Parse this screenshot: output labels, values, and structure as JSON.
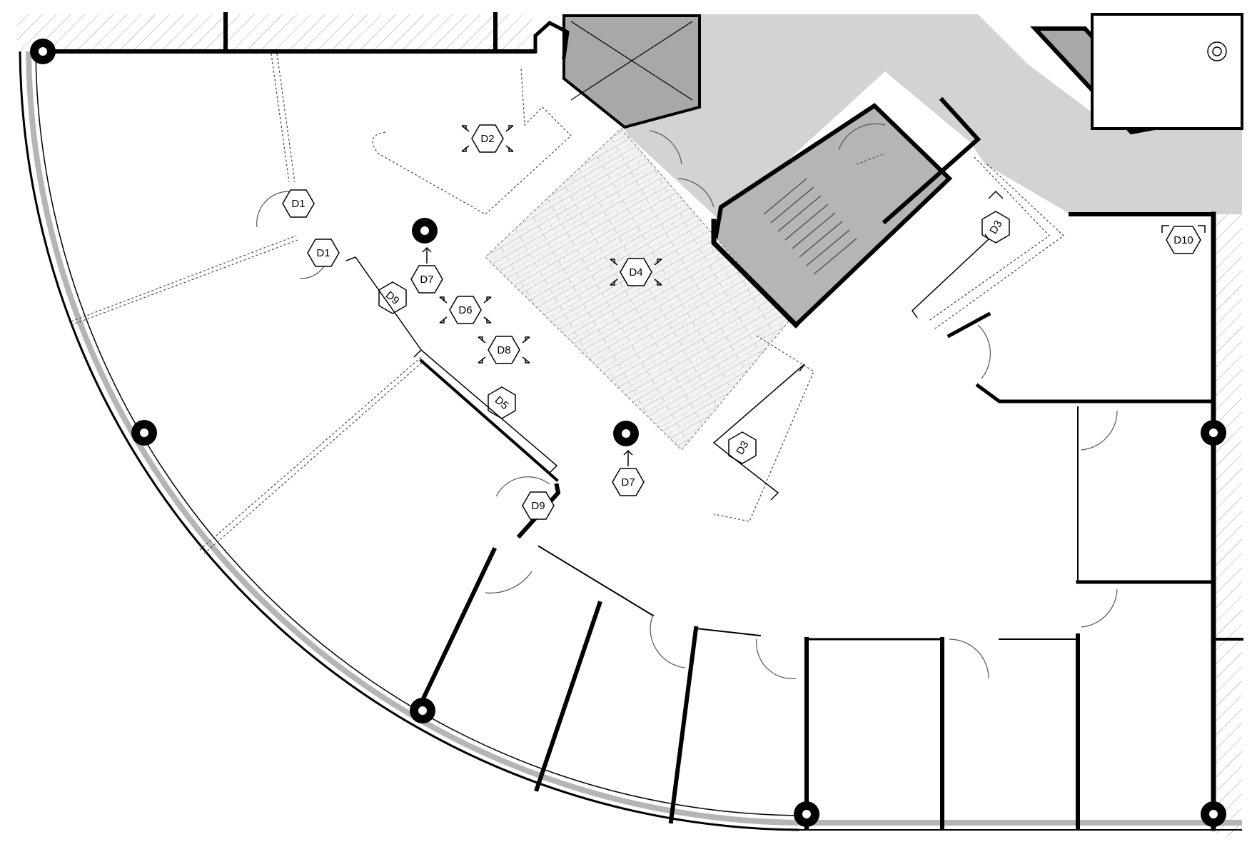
{
  "colors": {
    "background": "#ffffff",
    "wall": "#000000",
    "core_fill": "#d3d3d3",
    "dark_fill": "#a8a8a8",
    "glazing": "#b5b5b5"
  },
  "icons": {
    "column": "structural-column-icon",
    "tag": "hexagon-tag-icon",
    "door": "door-swing-icon"
  },
  "tags": {
    "d1a": "D1",
    "d1b": "D1",
    "d2": "D2",
    "d3a": "D3",
    "d3b": "D3",
    "d4": "D4",
    "d5": "D5",
    "d6": "D6",
    "d7a": "D7",
    "d7b": "D7",
    "d8": "D8",
    "d9a": "D9",
    "d9b": "D9",
    "d10": "D10"
  }
}
